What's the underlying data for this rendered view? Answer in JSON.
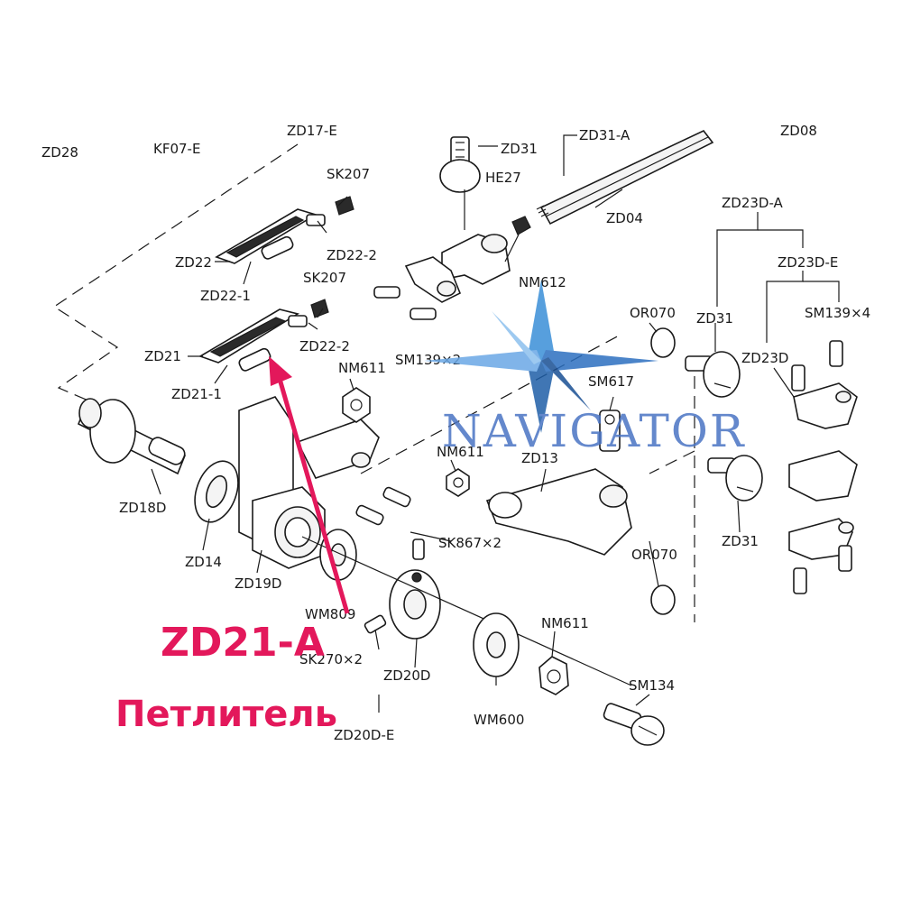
{
  "part_labels": [
    "ZD28",
    "KF07-E",
    "ZD17-E",
    "ZD31",
    "ZD31-A",
    "ZD08",
    "SK207",
    "HE27",
    "ZD04",
    "ZD23D-A",
    "ZD22",
    "ZD22-2",
    "ZD23D-E",
    "ZD22-1",
    "SK207",
    "NM612",
    "OR070",
    "ZD31",
    "SM139×4",
    "ZD21",
    "ZD22-2",
    "SM139×2",
    "ZD23D",
    "ZD21-1",
    "NM611",
    "SM617",
    "NM611",
    "ZD13",
    "ZD18D",
    "SK867×2",
    "ZD31",
    "ZD14",
    "ZD19D",
    "OR070",
    "WM809",
    "NM611",
    "SK270×2",
    "ZD20D",
    "SM134",
    "WM600",
    "ZD20D-E"
  ],
  "watermark": {
    "text": "NAVIGATOR",
    "color": "#4a74c4"
  },
  "callout": {
    "code": "ZD21-A",
    "name": "Петлитель",
    "color": "#e3185b"
  }
}
